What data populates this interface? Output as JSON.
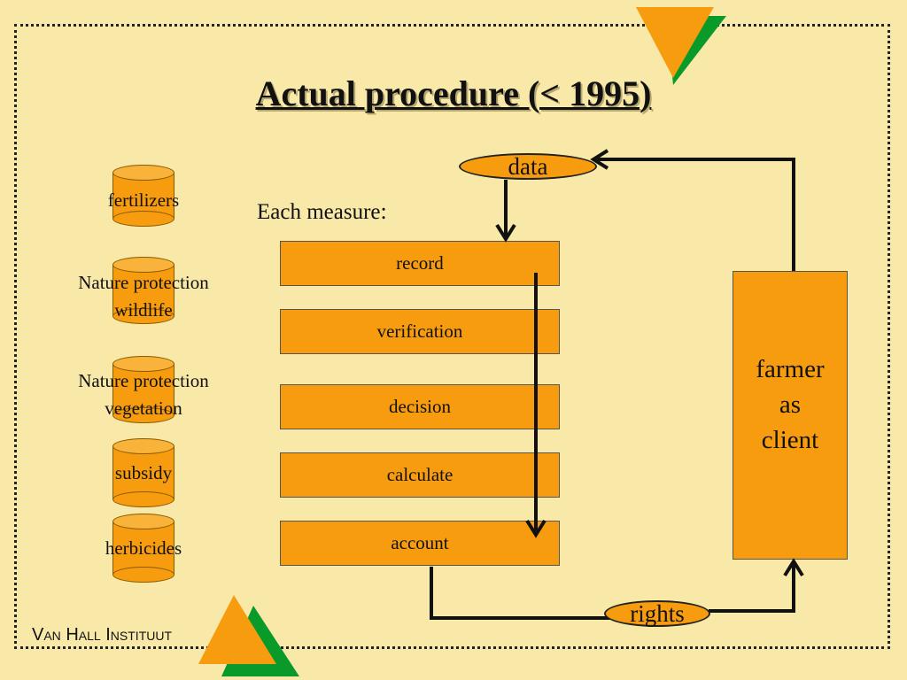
{
  "title": "Actual procedure (< 1995)",
  "databases": [
    "fertilizers",
    "Nature protection wildlife",
    "Nature protection vegetation",
    "subsidy",
    "herbicides"
  ],
  "measure_label": "Each measure",
  "steps": [
    "record",
    "verification",
    "decision",
    "calculate",
    "account"
  ],
  "data_label": "data",
  "rights_label": "rights",
  "farmer_lines": [
    "farmer",
    "as",
    "client"
  ],
  "brand": "Van Hall Instituut",
  "colors": {
    "background": "#f8e9a8",
    "orange": "#f79c0e",
    "green": "#0a9a2a"
  }
}
